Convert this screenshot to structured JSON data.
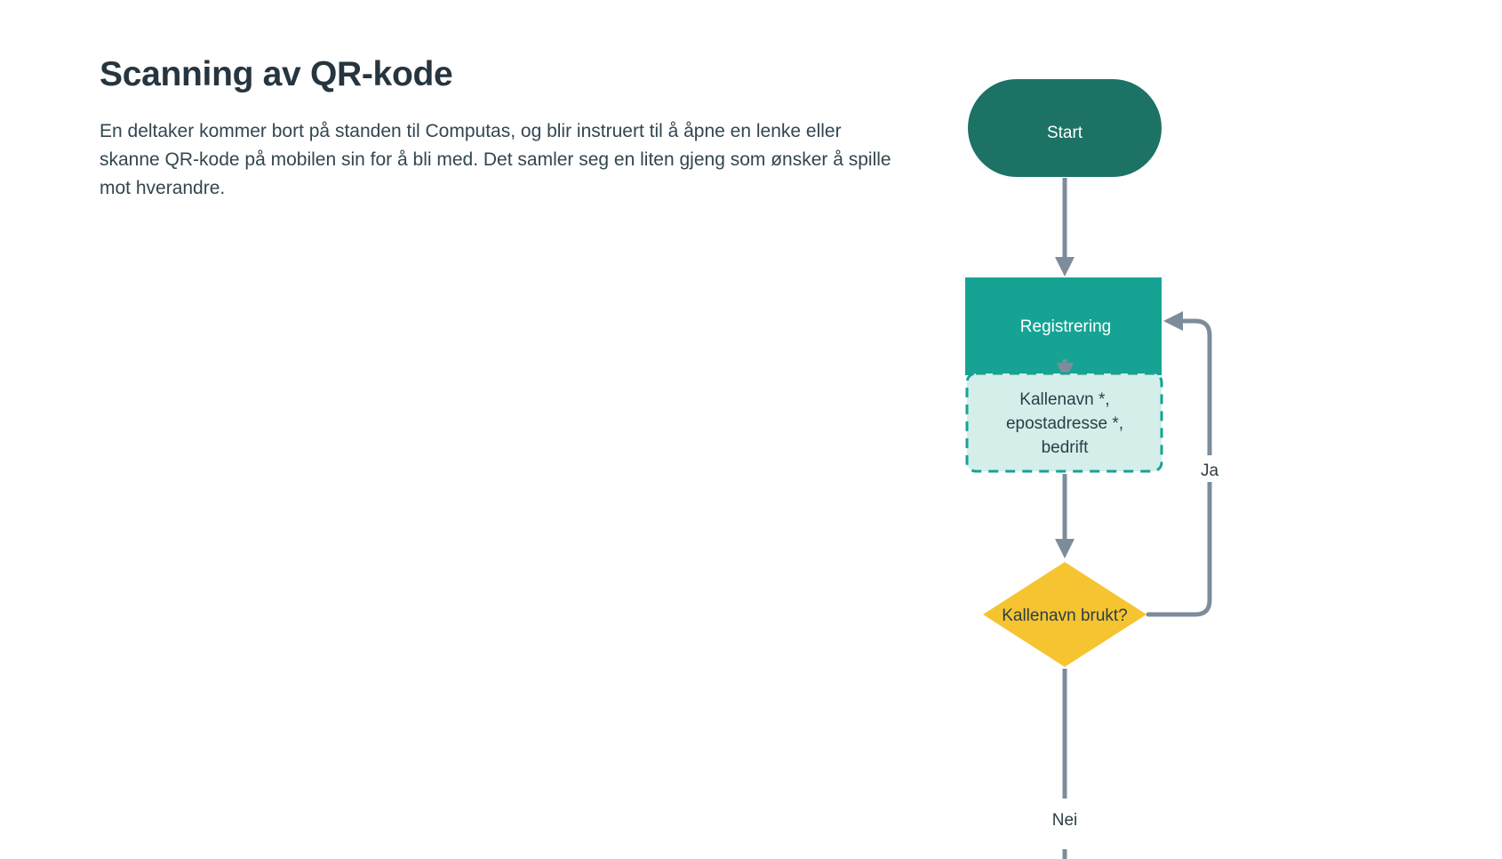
{
  "page": {
    "title": "Scanning av QR-kode",
    "description": "En deltaker kommer bort på standen til Computas, og blir instruert til å åpne en lenke eller skanne QR-kode på mobilen sin for å bli med. Det samler seg en liten gjeng som ønsker å spille mot hverandre.",
    "background": "#ffffff",
    "title_color": "#26353f",
    "text_color": "#334650"
  },
  "diagram": {
    "type": "flowchart",
    "nodes": [
      {
        "id": "start",
        "label": "Start",
        "shape": "stadium",
        "fill": "#1d7266",
        "text_color": "#ffffff"
      },
      {
        "id": "registrering",
        "label": "Registrering",
        "shape": "rect",
        "fill": "#16a394",
        "text_color": "#ffffff"
      },
      {
        "id": "felter",
        "label_lines": [
          "Kallenavn *,",
          "epostadresse *,",
          "bedrift"
        ],
        "shape": "dashed-rect",
        "fill": "#d4eeea",
        "stroke": "#16a394",
        "text_color": "#2c3e46"
      },
      {
        "id": "kallenavn-brukt",
        "label": "Kallenavn brukt?",
        "shape": "diamond",
        "fill": "#f6c431",
        "text_color": "#2c3e46"
      }
    ],
    "edges": [
      {
        "id": "start-to-registrering",
        "from": "start",
        "to": "registrering",
        "label": ""
      },
      {
        "id": "registrering-to-felter",
        "from": "registrering",
        "to": "felter",
        "label": ""
      },
      {
        "id": "felter-to-kallenavn-brukt",
        "from": "felter",
        "to": "kallenavn-brukt",
        "label": ""
      },
      {
        "id": "kallenavn-brukt-ja",
        "from": "kallenavn-brukt",
        "to": "registrering",
        "label": "Ja"
      },
      {
        "id": "kallenavn-brukt-nei",
        "from": "kallenavn-brukt",
        "to": "",
        "label": "Nei"
      }
    ],
    "edge_color": "#7d8c9b"
  }
}
